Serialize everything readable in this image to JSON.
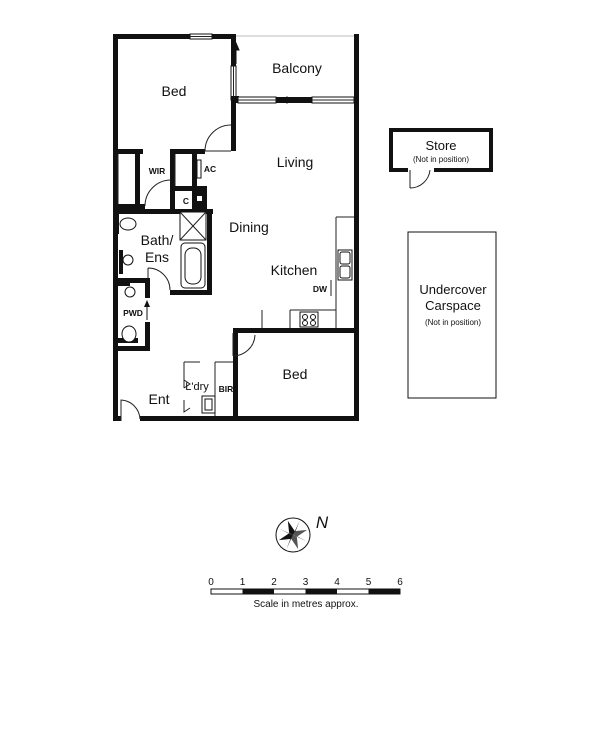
{
  "rooms": {
    "bed1": "Bed",
    "balcony": "Balcony",
    "wir": "WIR",
    "ac": "AC",
    "living": "Living",
    "c": "C",
    "dining": "Dining",
    "bath_line1": "Bath/",
    "bath_line2": "Ens",
    "kitchen": "Kitchen",
    "dw": "DW",
    "pwd": "PWD",
    "laundry": "L'dry",
    "bir": "BIR",
    "bed2": "Bed",
    "entry": "Ent"
  },
  "outbuildings": {
    "store": {
      "title": "Store",
      "note": "(Not in position)"
    },
    "carspace": {
      "title_line1": "Undercover",
      "title_line2": "Carspace",
      "note": "(Not in position)"
    }
  },
  "compass": {
    "label": "N"
  },
  "scale": {
    "ticks": [
      "0",
      "1",
      "2",
      "3",
      "4",
      "5",
      "6"
    ],
    "caption": "Scale in metres approx."
  }
}
